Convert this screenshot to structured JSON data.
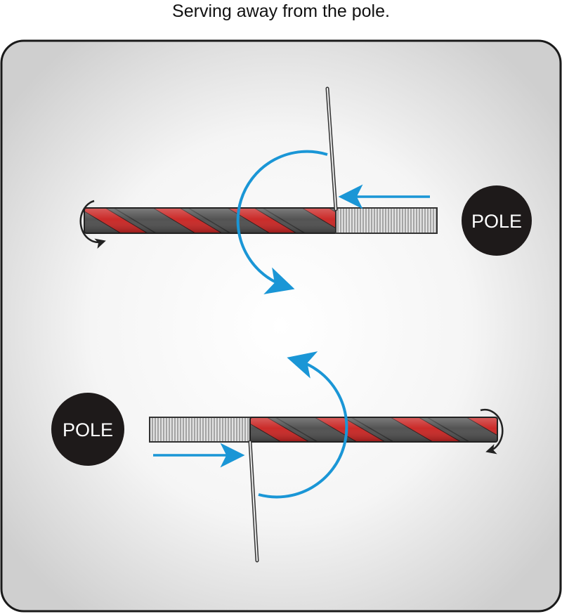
{
  "caption": "Serving away from the pole.",
  "labels": {
    "pole_top": "POLE",
    "pole_bottom": "POLE"
  },
  "colors": {
    "serving_arrow": "#1a96d6",
    "rope_red": "#c8201e",
    "rope_dark": "#4a4a4a",
    "serving_wrap": "#d8d8d8",
    "pole_marker": "#1e1a1a",
    "panel_background": "#e6e6e6"
  }
}
